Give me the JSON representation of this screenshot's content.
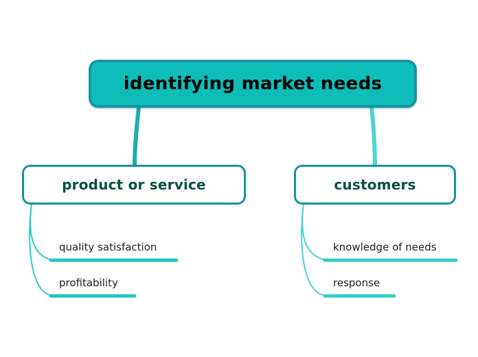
{
  "colors": {
    "canvas-bg": "#ffffff",
    "root-fill": "#0dbdba",
    "root-border": "#1597a1",
    "root-text": "#000000",
    "box-fill": "#ffffff",
    "box-border": "#17929e",
    "branch-text": "#0a4f40",
    "leaf-text": "#1e1e1e",
    "left-connector": "#1badb3",
    "right-connector": "#4ed4d5",
    "left-curve": "#31c9c9",
    "right-curve": "#46d3d3",
    "left-underline": "#27c3be",
    "right-underline": "#38cbc8"
  },
  "mindmap": {
    "root": {
      "label": "identifying market needs"
    },
    "branches": [
      {
        "label": "product or service",
        "children": [
          {
            "label": "quality satisfaction"
          },
          {
            "label": "profitability"
          }
        ]
      },
      {
        "label": "customers",
        "children": [
          {
            "label": "knowledge of needs"
          },
          {
            "label": "response"
          }
        ]
      }
    ]
  }
}
